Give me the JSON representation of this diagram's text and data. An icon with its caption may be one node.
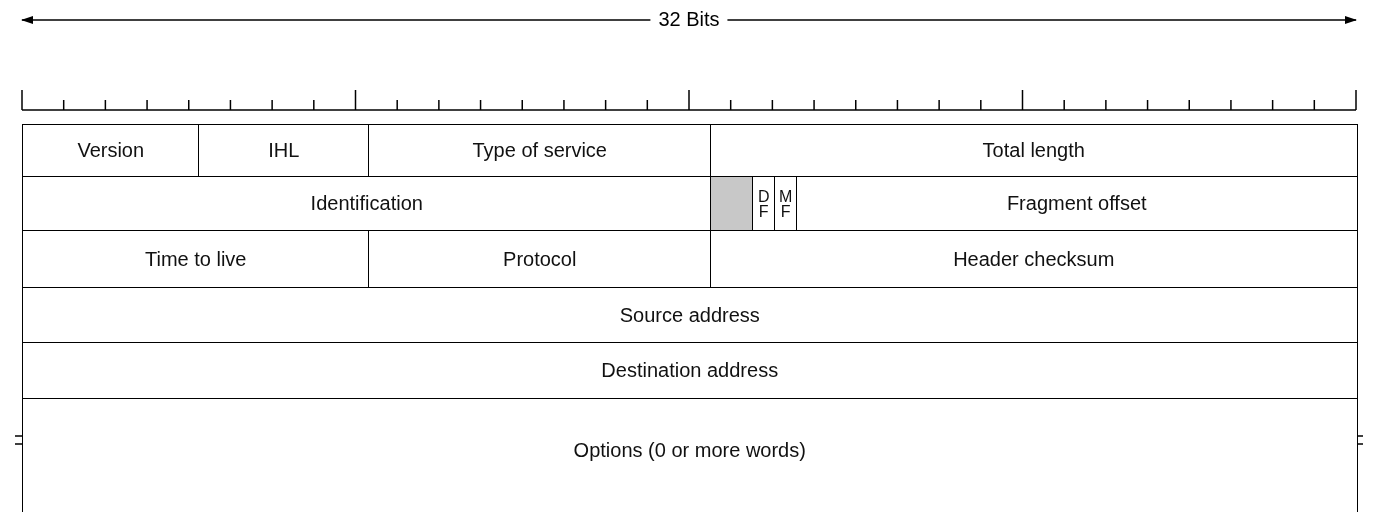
{
  "diagram": {
    "nodes": [
      {
        "text": [
          "Version"
        ]
      },
      {
        "text": [
          "IHL"
        ]
      },
      {
        "text": [
          "Type of service"
        ]
      },
      {
        "text": [
          "Total length"
        ]
      },
      {
        "text": [
          "Identification"
        ]
      },
      {
        "text": [],
        "shape": "box"
      },
      {
        "text": [
          "D F"
        ]
      },
      {
        "text": [
          "M F"
        ]
      },
      {
        "text": [
          "Fragment offset"
        ]
      },
      {
        "text": [
          "Time to live"
        ]
      },
      {
        "text": [
          "Protocol"
        ]
      },
      {
        "text": [
          "Header checksum"
        ]
      },
      {
        "text": [
          "Source address"
        ]
      },
      {
        "text": [
          "Destination address"
        ]
      },
      {
        "text": [
          "Options (0 or more words)"
        ]
      }
    ],
    "edges": [],
    "labels": [
      "32 Bits"
    ]
  }
}
